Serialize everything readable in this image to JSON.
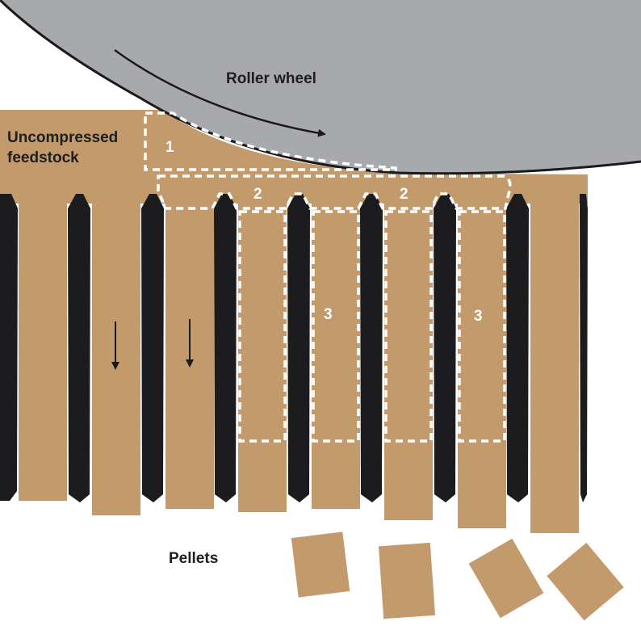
{
  "labels": {
    "roller": "Roller wheel",
    "feedstock_line1": "Uncompressed",
    "feedstock_line2": "feedstock",
    "pellets": "Pellets",
    "zone1": "1",
    "zone2": "2",
    "zone3": "3"
  },
  "colors": {
    "feedstock": "#C39A6B",
    "die": "#1C1C1E",
    "roller": "#A7A9AC",
    "roller_edge": "#1A1A1A",
    "zone_outline": "#FFFFFF",
    "top_rule": "#C2185B"
  }
}
